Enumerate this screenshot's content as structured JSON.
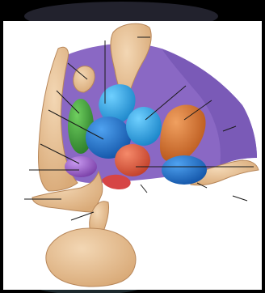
{
  "colors": {
    "background": "#000000",
    "panel": "#ffffff",
    "leader_lines": "#1a1a1a",
    "bone": "#e8c49b",
    "bone_outline": "#b8875a",
    "purple": "#8a68c4",
    "purple_dark": "#6c4aa8",
    "green": "#3f9e3c",
    "blue_light": "#2aa0e0",
    "blue_mid": "#1d74cc",
    "orange": "#d8702a",
    "red_orange": "#e05a3a",
    "red": "#d64545",
    "violet": "#9a5cc0"
  },
  "structures": [
    {
      "name": "upper-bone-structure",
      "fill": "bone"
    },
    {
      "name": "purple-cavity-region",
      "fill": "purple"
    },
    {
      "name": "left-bone-wall",
      "fill": "bone"
    },
    {
      "name": "lower-bone-base",
      "fill": "bone"
    },
    {
      "name": "bottom-round-gland",
      "fill": "bone"
    },
    {
      "name": "green-oval-structure",
      "fill": "green"
    },
    {
      "name": "violet-small-structure",
      "fill": "violet"
    },
    {
      "name": "light-blue-upper-structure",
      "fill": "blue_light"
    },
    {
      "name": "blue-central-structure",
      "fill": "blue_mid"
    },
    {
      "name": "light-blue-right-structure",
      "fill": "blue_light"
    },
    {
      "name": "orange-structure",
      "fill": "orange"
    },
    {
      "name": "red-orange-structure",
      "fill": "red_orange"
    },
    {
      "name": "blue-lower-structure",
      "fill": "blue_mid"
    },
    {
      "name": "red-small-structure",
      "fill": "red"
    }
  ],
  "leader_line_count": 16
}
